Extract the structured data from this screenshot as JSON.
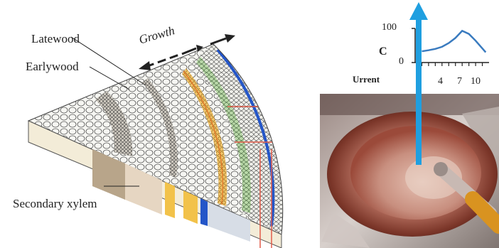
{
  "diagram": {
    "labels": {
      "latewood": "Latewood",
      "earlywood": "Earlywood",
      "growth": "Growth",
      "secondary_xylem": "Secondary xylem"
    }
  },
  "chart": {
    "y_label": "C",
    "x_label": "Urrent",
    "y_ticks": [
      "100",
      "0"
    ],
    "x_ticks": [
      "4",
      "7",
      "10"
    ]
  },
  "chart_data": {
    "type": "line",
    "xlabel": "Urrent",
    "ylabel": "C",
    "ylim": [
      0,
      100
    ],
    "xlim": [
      0,
      11
    ],
    "grid": false,
    "series": [
      {
        "x": [
          1,
          2,
          3,
          4,
          5,
          6,
          7,
          8,
          9,
          10.5
        ],
        "values": [
          33,
          36,
          40,
          46,
          57,
          72,
          93,
          84,
          64,
          30
        ]
      }
    ],
    "colors": {
      "line": "#3a7bbf",
      "arrow": "#1f9fe0"
    }
  }
}
